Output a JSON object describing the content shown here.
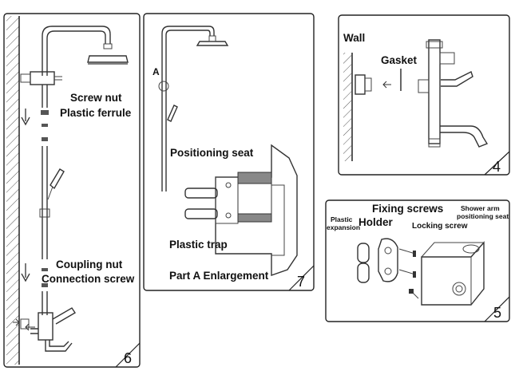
{
  "panel6": {
    "number": "6",
    "labels": {
      "screw_nut": "Screw nut",
      "plastic_ferrule": "Plastic ferrule",
      "coupling_nut": "Coupling nut",
      "connection_screw": "Connection screw"
    }
  },
  "panel7": {
    "number": "7",
    "labels": {
      "point_a": "A",
      "positioning_seat": "Positioning seat",
      "plastic_trap": "Plastic trap",
      "part_a_enlargement": "Part A Enlargement"
    }
  },
  "panel4": {
    "number": "4",
    "labels": {
      "wall": "Wall",
      "gasket": "Gasket"
    }
  },
  "panel5": {
    "number": "5",
    "labels": {
      "fixing_screws": "Fixing screws",
      "plastic_expansion_line1": "Plastic",
      "plastic_expansion_line2": "expansion",
      "holder": "Holder",
      "locking_screw": "Locking screw",
      "shower_arm_line1": "Shower arm",
      "shower_arm_line2": "positioning seat"
    }
  }
}
